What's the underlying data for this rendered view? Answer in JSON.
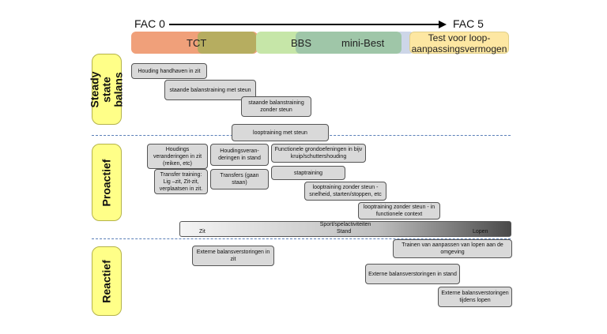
{
  "fac": {
    "start": "FAC 0",
    "end": "FAC 5"
  },
  "scale": {
    "tct": "TCT",
    "bbs": "BBS",
    "minibest": "mini-Best",
    "test_line1": "Test voor loop-",
    "test_line2": "aanpassingsvermogen",
    "colors": {
      "tct": "#f0a07a",
      "tct_overlay": "#b6ad60",
      "bbs": "#c6e6a8",
      "minibest": "#9fc6a8",
      "test": "#fde7a2",
      "gap": "#cdd6e8"
    }
  },
  "sections": {
    "steady": "Steady state balans",
    "proactief": "Proactief",
    "reactief": "Reactief"
  },
  "boxes": {
    "houding_zit": "Houding handhaven in zit",
    "staande_met_steun": "staande balanstraining met steun",
    "staande_zonder_steun": "staande balanstraining zonder steun",
    "looptraining_met_steun": "looptraining met steun",
    "houdingsveranderingen_zit": "Houdings veranderingen in zit (reiken, etc)",
    "houdingsveranderingen_stand": "Houdingsveran-deringen in stand",
    "functionele_grond": "Functionele grondoefeningen in bijv kruip/schuttershouding",
    "transfer_training": "Transfer training: Lig –zit, Zit-zit, verplaatsen in zit.",
    "transfers_staan": "Transfers (gaan staan)",
    "staptraining": "staptraining",
    "looptraining_zonder_steun": "looptraining zonder steun - snelheid, starten/stoppen, etc",
    "looptraining_functioneel": "looptraining zonder steun - in functionele context",
    "externe_zit": "Externe balansverstoringen in zit",
    "trainen_aanpassen": "Trainen van aanpassen van lopen aan de omgeving",
    "externe_stand": "Externe balansverstoringen in stand",
    "externe_lopen": "Externe balansverstoringen tijdens lopen"
  },
  "sport": {
    "title": "Sport/spelactiviteiten",
    "zit": "Zit",
    "stand": "Stand",
    "lopen": "Lopen"
  }
}
